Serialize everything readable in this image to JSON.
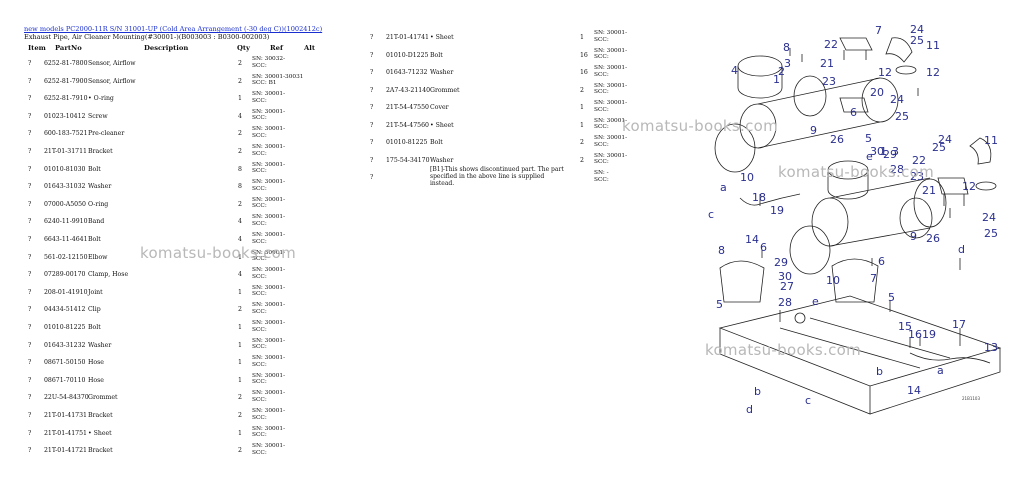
{
  "header": {
    "link_text": "new models PC2000-11R S/N 31001-UP (Cold Area Arrangement (-30 deg C))(1002412c)",
    "subtitle": "Exhaust Pipe, Air Cleaner Mounting(#30001-)(B003003 : B0300-002003)"
  },
  "columns": {
    "item": "Item",
    "part": "PartNo",
    "desc": "Description",
    "qty": "Qty",
    "ref": "Ref",
    "alt": "Alt"
  },
  "parts_left": [
    {
      "item": "?",
      "part": "6252-81-7800",
      "desc": "Sensor, Airflow",
      "qty": "2",
      "ref": "SN: 30032-\nSCC:"
    },
    {
      "item": "?",
      "part": "6252-81-7900",
      "desc": "Sensor, Airflow",
      "qty": "2",
      "ref": "SN: 30001-30031\nSCC: B1"
    },
    {
      "item": "?",
      "part": "6252-81-7910",
      "desc": "• O-ring",
      "qty": "1",
      "ref": "SN: 30001-\nSCC:"
    },
    {
      "item": "?",
      "part": "01023-10412",
      "desc": "Screw",
      "qty": "4",
      "ref": "SN: 30001-\nSCC:"
    },
    {
      "item": "?",
      "part": "600-183-7521",
      "desc": "Pre-cleaner",
      "qty": "2",
      "ref": "SN: 30001-\nSCC:"
    },
    {
      "item": "?",
      "part": "21T-01-31711",
      "desc": "Bracket",
      "qty": "2",
      "ref": "SN: 30001-\nSCC:"
    },
    {
      "item": "?",
      "part": "01010-81030",
      "desc": "Bolt",
      "qty": "8",
      "ref": "SN: 30001-\nSCC:"
    },
    {
      "item": "?",
      "part": "01643-31032",
      "desc": "Washer",
      "qty": "8",
      "ref": "SN: 30001-\nSCC:"
    },
    {
      "item": "?",
      "part": "07000-A5050",
      "desc": "O-ring",
      "qty": "2",
      "ref": "SN: 30001-\nSCC:"
    },
    {
      "item": "?",
      "part": "6240-11-9910",
      "desc": "Band",
      "qty": "4",
      "ref": "SN: 30001-\nSCC:"
    },
    {
      "item": "?",
      "part": "6643-11-4641",
      "desc": "Bolt",
      "qty": "4",
      "ref": "SN: 30001-\nSCC:"
    },
    {
      "item": "?",
      "part": "561-02-12150",
      "desc": "Elbow",
      "qty": "1",
      "ref": "SN: 30001-\nSCC:"
    },
    {
      "item": "?",
      "part": "07289-00170",
      "desc": "Clamp, Hose",
      "qty": "4",
      "ref": "SN: 30001-\nSCC:"
    },
    {
      "item": "?",
      "part": "208-01-41910",
      "desc": "Joint",
      "qty": "1",
      "ref": "SN: 30001-\nSCC:"
    },
    {
      "item": "?",
      "part": "04434-51412",
      "desc": "Clip",
      "qty": "2",
      "ref": "SN: 30001-\nSCC:"
    },
    {
      "item": "?",
      "part": "01010-81225",
      "desc": "Bolt",
      "qty": "1",
      "ref": "SN: 30001-\nSCC:"
    },
    {
      "item": "?",
      "part": "01643-31232",
      "desc": "Washer",
      "qty": "1",
      "ref": "SN: 30001-\nSCC:"
    },
    {
      "item": "?",
      "part": "08671-50150",
      "desc": "Hose",
      "qty": "1",
      "ref": "SN: 30001-\nSCC:"
    },
    {
      "item": "?",
      "part": "08671-70110",
      "desc": "Hose",
      "qty": "1",
      "ref": "SN: 30001-\nSCC:"
    },
    {
      "item": "?",
      "part": "22U-54-84370",
      "desc": "Grommet",
      "qty": "2",
      "ref": "SN: 30001-\nSCC:"
    },
    {
      "item": "?",
      "part": "21T-01-41731",
      "desc": "Bracket",
      "qty": "2",
      "ref": "SN: 30001-\nSCC:"
    },
    {
      "item": "?",
      "part": "21T-01-41751",
      "desc": "• Sheet",
      "qty": "1",
      "ref": "SN: 30001-\nSCC:"
    },
    {
      "item": "?",
      "part": "21T-01-41721",
      "desc": "Bracket",
      "qty": "2",
      "ref": "SN: 30001-\nSCC:"
    }
  ],
  "parts_right": [
    {
      "item": "?",
      "part": "21T-01-41741",
      "desc": "• Sheet",
      "qty": "1",
      "ref": "SN: 30001-\nSCC:"
    },
    {
      "item": "?",
      "part": "01010-D1225",
      "desc": "Bolt",
      "qty": "16",
      "ref": "SN: 30001-\nSCC:"
    },
    {
      "item": "?",
      "part": "01643-71232",
      "desc": "Washer",
      "qty": "16",
      "ref": "SN: 30001-\nSCC:"
    },
    {
      "item": "?",
      "part": "2A7-43-21140",
      "desc": "Grommet",
      "qty": "2",
      "ref": "SN: 30001-\nSCC:"
    },
    {
      "item": "?",
      "part": "21T-54-47550",
      "desc": "Cover",
      "qty": "1",
      "ref": "SN: 30001-\nSCC:"
    },
    {
      "item": "?",
      "part": "21T-54-47560",
      "desc": "• Sheet",
      "qty": "1",
      "ref": "SN: 30001-\nSCC:"
    },
    {
      "item": "?",
      "part": "01010-81225",
      "desc": "Bolt",
      "qty": "2",
      "ref": "SN: 30001-\nSCC:"
    },
    {
      "item": "?",
      "part": "175-54-34170",
      "desc": "Washer",
      "qty": "2",
      "ref": "SN: 30001-\nSCC:"
    },
    {
      "item": "?",
      "part": "",
      "desc": "",
      "qty": "",
      "ref": "SN: -\nSCC:"
    }
  ],
  "note": "[B1]-This shows discontinued part. The part specified in the above line is supplied instead.",
  "watermark": "komatsu-books.com",
  "diagram": {
    "code": "21B1103",
    "callouts": [
      "1",
      "2",
      "3",
      "4",
      "5",
      "6",
      "7",
      "8",
      "9",
      "10",
      "11",
      "12",
      "13",
      "14",
      "15",
      "16",
      "17",
      "18",
      "19",
      "20",
      "21",
      "22",
      "23",
      "24",
      "25",
      "26",
      "27",
      "28",
      "29",
      "30",
      "a",
      "b",
      "c",
      "d",
      "e"
    ]
  }
}
